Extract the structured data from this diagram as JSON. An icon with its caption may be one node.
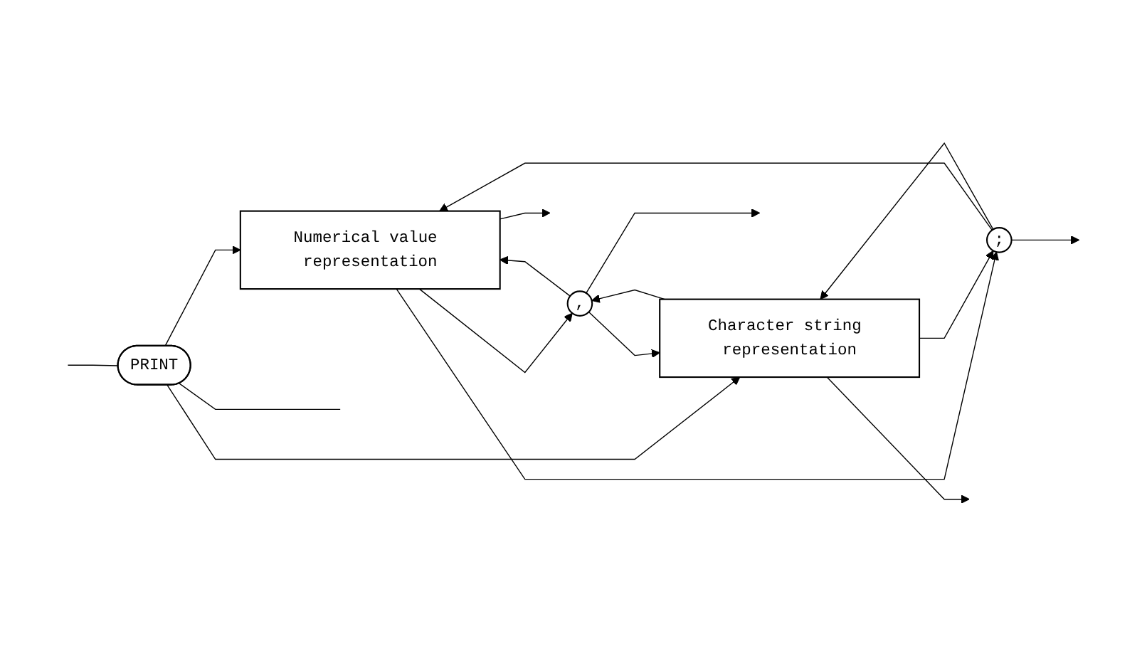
{
  "diagram": {
    "nodes": [
      {
        "text": [
          "PRINT"
        ]
      },
      {
        "text": [
          "Numerical value representation"
        ]
      },
      {
        "text": [
          "Character string representation"
        ]
      },
      {
        "text": [
          ","
        ]
      },
      {
        "text": [
          ";"
        ]
      }
    ],
    "edges": [
      {
        "from": null,
        "to": 0,
        "arrow": "none"
      },
      {
        "from": 0,
        "to": null,
        "arrow": "none"
      },
      {
        "from": 0,
        "to": 1,
        "arrow": "to"
      },
      {
        "from": 0,
        "to": 2,
        "arrow": "to"
      },
      {
        "from": 1,
        "to": null,
        "arrow": "to"
      },
      {
        "from": 2,
        "to": null,
        "arrow": "to"
      },
      {
        "from": 1,
        "to": 3,
        "arrow": "to"
      },
      {
        "from": 2,
        "to": 3,
        "arrow": "to"
      },
      {
        "from": 1,
        "to": 4,
        "arrow": "to"
      },
      {
        "from": 2,
        "to": 4,
        "arrow": "to"
      },
      {
        "from": 3,
        "to": 1,
        "arrow": "to"
      },
      {
        "from": 3,
        "to": 2,
        "arrow": "to"
      },
      {
        "from": 4,
        "to": 1,
        "arrow": "to"
      },
      {
        "from": 4,
        "to": 2,
        "arrow": "to"
      },
      {
        "from": 3,
        "to": null,
        "arrow": "to"
      },
      {
        "from": 4,
        "to": null,
        "arrow": "to"
      }
    ]
  }
}
